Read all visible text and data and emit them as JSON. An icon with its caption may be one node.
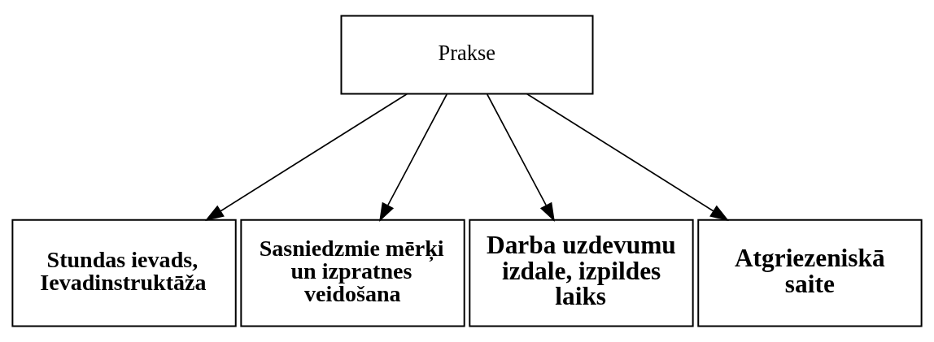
{
  "diagram": {
    "nodes": [
      {
        "text": [
          "Prakse"
        ]
      },
      {
        "text": [
          "Stundas ievads, Ievadinstruktāža"
        ]
      },
      {
        "text": [
          "Sasniedzmie mērķi un izpratnes veidošana"
        ]
      },
      {
        "text": [
          "Darba uzdevumu izdale, izpildes laiks"
        ]
      },
      {
        "text": [
          "Atgriezeniskā saite"
        ]
      }
    ],
    "edges": [
      {
        "from": 0,
        "to": 1,
        "arrow": "to"
      },
      {
        "from": 0,
        "to": 2,
        "arrow": "to"
      },
      {
        "from": 0,
        "to": 3,
        "arrow": "to"
      },
      {
        "from": 0,
        "to": 4,
        "arrow": "to"
      }
    ]
  }
}
